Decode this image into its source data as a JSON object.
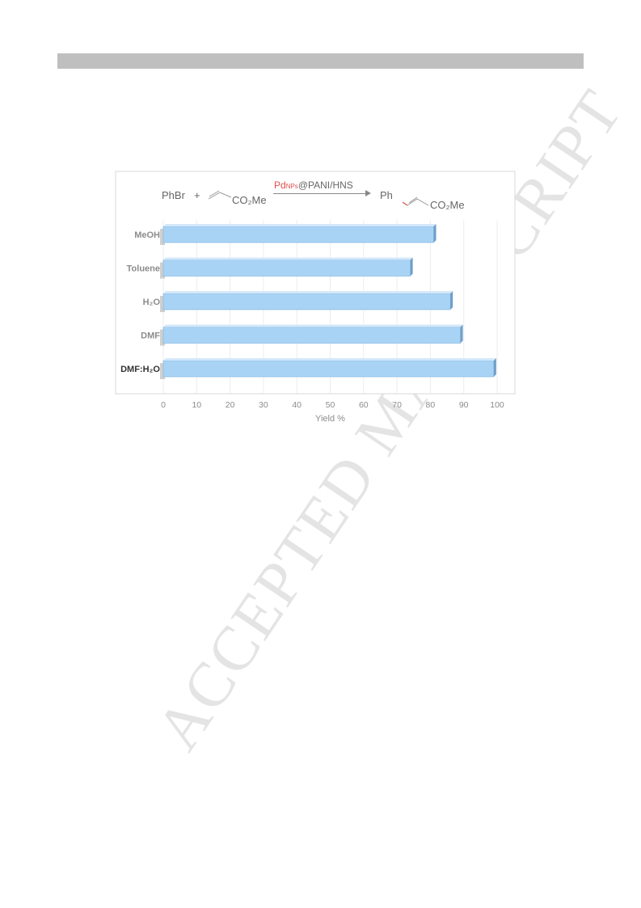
{
  "watermark": "ACCEPTED MANUSCRIPT",
  "scheme": {
    "reactant1": "PhBr",
    "plus": "+",
    "reactant2": "CO₂Me",
    "catalyst_pd": "Pd",
    "catalyst_sub": "NPs",
    "catalyst_rest": "@PANI/HNS",
    "product_ph": "Ph",
    "product_ester": "CO₂Me"
  },
  "colors": {
    "bar": "#a9d3f5",
    "bar_edge": "#7fb3de",
    "catalyst": "#e0504a"
  },
  "chart_data": {
    "type": "bar",
    "orientation": "horizontal",
    "categories": [
      "MeOH",
      "Toluene",
      "H₂O",
      "DMF",
      "DMF:H₂O"
    ],
    "values": [
      81,
      74,
      86,
      89,
      99
    ],
    "xlabel": "Yield %",
    "ylabel": "",
    "xlim": [
      0,
      100
    ],
    "xticks": [
      "0",
      "10",
      "20",
      "30",
      "40",
      "50",
      "60",
      "70",
      "80",
      "90",
      "100"
    ],
    "grid": true
  }
}
